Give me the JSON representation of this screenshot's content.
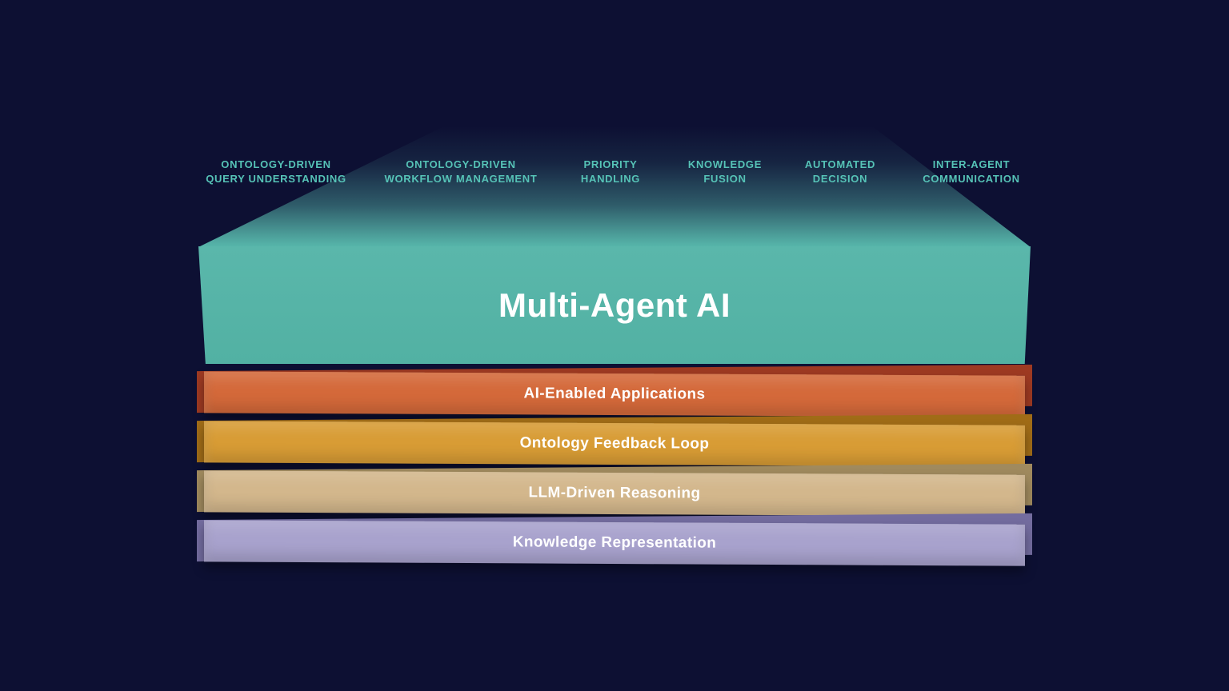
{
  "colors": {
    "background": "#0d1033",
    "teal": "#57b7ab",
    "label_text": "#56c3b7"
  },
  "top_features": [
    {
      "line1": "ONTOLOGY-DRIVEN",
      "line2": "QUERY UNDERSTANDING"
    },
    {
      "line1": "ONTOLOGY-DRIVEN",
      "line2": "WORKFLOW MANAGEMENT"
    },
    {
      "line1": "PRIORITY",
      "line2": "HANDLING"
    },
    {
      "line1": "KNOWLEDGE",
      "line2": "FUSION"
    },
    {
      "line1": "AUTOMATED",
      "line2": "DECISION"
    },
    {
      "line1": "INTER-AGENT",
      "line2": "COMMUNICATION"
    }
  ],
  "main_block": {
    "title": "Multi-Agent AI",
    "color": "#57b7ab"
  },
  "layers": [
    {
      "label": "AI-Enabled Applications",
      "color": "#d4693a",
      "back_color": "#9e3a22"
    },
    {
      "label": "Ontology Feedback Loop",
      "color": "#d89c35",
      "back_color": "#a06c17"
    },
    {
      "label": "LLM-Driven Reasoning",
      "color": "#d3b78c",
      "back_color": "#a08a5e"
    },
    {
      "label": "Knowledge Representation",
      "color": "#a8a2cd",
      "back_color": "#736c9f"
    }
  ]
}
